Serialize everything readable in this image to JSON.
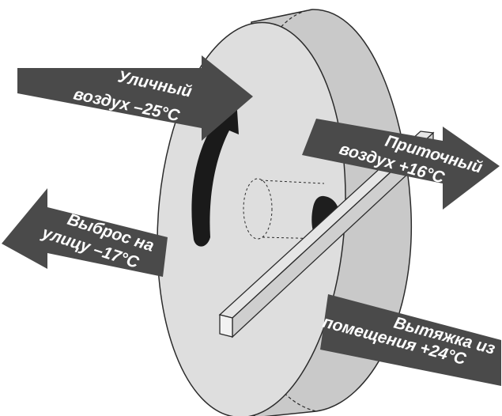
{
  "colors": {
    "arrow_fill": "#4a4a4a",
    "wheel_face": "#dedede",
    "wheel_rim": "#c9c9c9",
    "outline": "#2b2b2b",
    "rotation_arrow": "#1a1a1a",
    "label_text": "#ffffff"
  },
  "arrows": {
    "outdoor_air": {
      "line1": "Уличный",
      "line2": "воздух –25°С"
    },
    "supply_air": {
      "line1": "Приточный",
      "line2": "воздух +16°С"
    },
    "exhaust_outside": {
      "line1": "Выброс на",
      "line2": "улицу –17°С"
    },
    "extract_room": {
      "line1": "Вытяжка из",
      "line2": "помещения  +24°С"
    }
  },
  "icons": {
    "rotation": "rotation-arrow-icon"
  }
}
